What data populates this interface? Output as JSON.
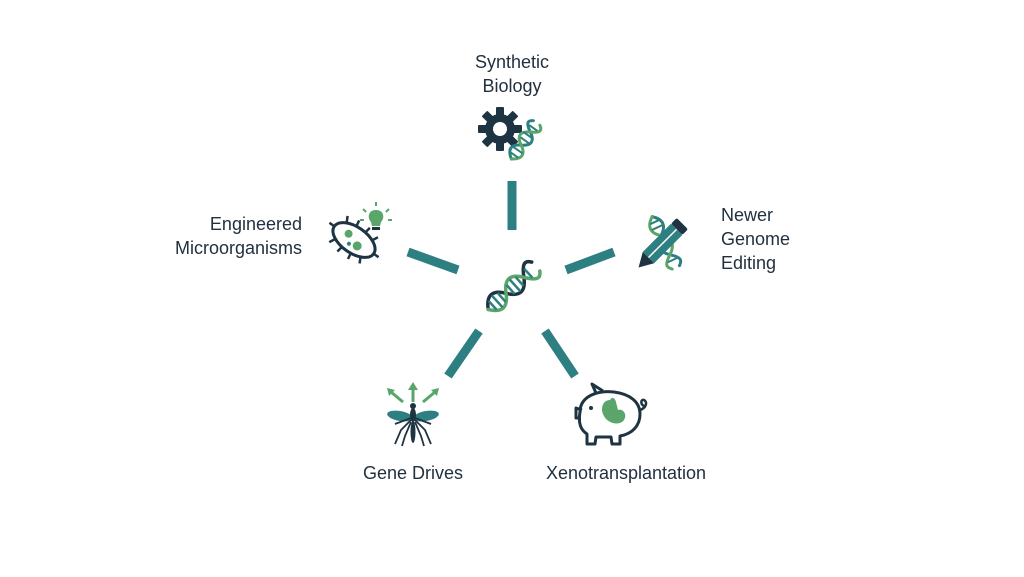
{
  "colors": {
    "teal": "#2e7f81",
    "green": "#5aa66a",
    "dark": "#1f3442",
    "text": "#22313f",
    "background": "#ffffff"
  },
  "center": {
    "icon": "dna-helix-icon"
  },
  "nodes": [
    {
      "id": "synthetic-biology",
      "icon": "gear-dna-icon",
      "label_lines": [
        "Synthetic",
        "Biology"
      ]
    },
    {
      "id": "newer-genome-editing",
      "icon": "dna-pencil-icon",
      "label_lines": [
        "Newer",
        "Genome",
        "Editing"
      ]
    },
    {
      "id": "xenotransplantation",
      "icon": "pig-organ-icon",
      "label_lines": [
        "Xenotransplantation"
      ]
    },
    {
      "id": "gene-drives",
      "icon": "mosquito-arrows-icon",
      "label_lines": [
        "Gene Drives"
      ]
    },
    {
      "id": "engineered-microorganisms",
      "icon": "microbe-lightbulb-icon",
      "label_lines": [
        "Engineered",
        "Microorganisms"
      ]
    }
  ]
}
